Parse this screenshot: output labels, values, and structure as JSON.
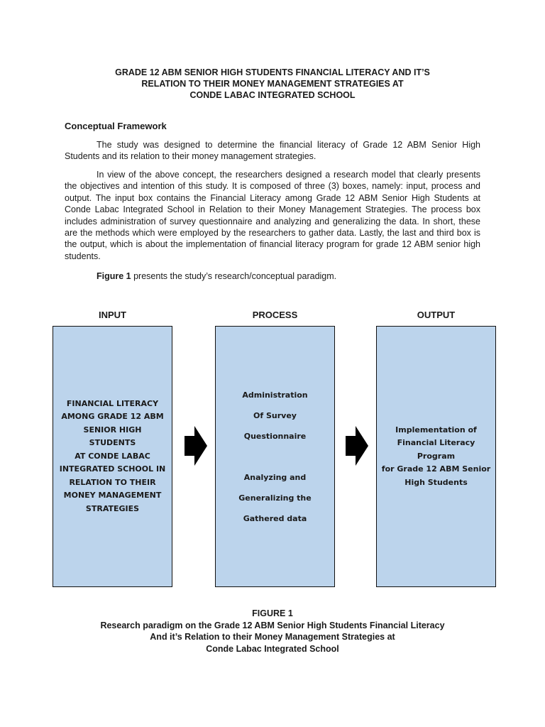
{
  "title": {
    "line1": "GRADE 12 ABM SENIOR HIGH STUDENTS FINANCIAL LITERACY AND IT’S",
    "line2": "RELATION TO THEIR MONEY MANAGEMENT STRATEGIES AT",
    "line3": "CONDE LABAC INTEGRATED SCHOOL"
  },
  "section_heading": "Conceptual Framework",
  "paragraphs": {
    "p1": "The study was designed to determine the financial literacy of Grade 12 ABM Senior High Students and its relation to their money management strategies.",
    "p2": "In view of the above concept, the researchers designed a research model that clearly presents the objectives and intention of this study. It is composed of three (3) boxes, namely: input, process and output. The input box contains the Financial Literacy among Grade 12 ABM Senior High Students at Conde Labac Integrated School in Relation to their Money Management Strategies. The process box includes administration of survey questionnaire and analyzing and generalizing the data. In short, these are the methods which were employed by the researchers to gather data. Lastly, the last and third box is the output, which is about the implementation of financial literacy program for grade 12 ABM senior high students.",
    "p3_bold": "Figure 1",
    "p3_rest": " presents the study’s research/conceptual paradigm."
  },
  "diagram": {
    "labels": {
      "input": "INPUT",
      "process": "PROCESS",
      "output": "OUTPUT"
    },
    "input_lines": [
      "FINANCIAL LITERACY",
      "AMONG GRADE 12 ABM",
      "SENIOR HIGH STUDENTS",
      "AT CONDE LABAC",
      "INTEGRATED SCHOOL IN",
      "RELATION TO THEIR",
      "MONEY MANAGEMENT",
      "STRATEGIES"
    ],
    "process_lines_a": [
      "Administration",
      "Of Survey",
      "Questionnaire"
    ],
    "process_lines_b": [
      "Analyzing and",
      "Generalizing the",
      "Gathered data"
    ],
    "output_lines": [
      "Implementation of",
      "Financial Literacy Program",
      "for Grade 12 ABM Senior",
      "High Students"
    ],
    "box_color": "#bcd4ec",
    "arrow_color": "#000000"
  },
  "caption": {
    "line1": "FIGURE 1",
    "line2": "Research paradigm on the Grade 12 ABM Senior High Students Financial Literacy",
    "line3": "And it’s Relation to their Money Management Strategies at",
    "line4": "Conde Labac Integrated School"
  }
}
